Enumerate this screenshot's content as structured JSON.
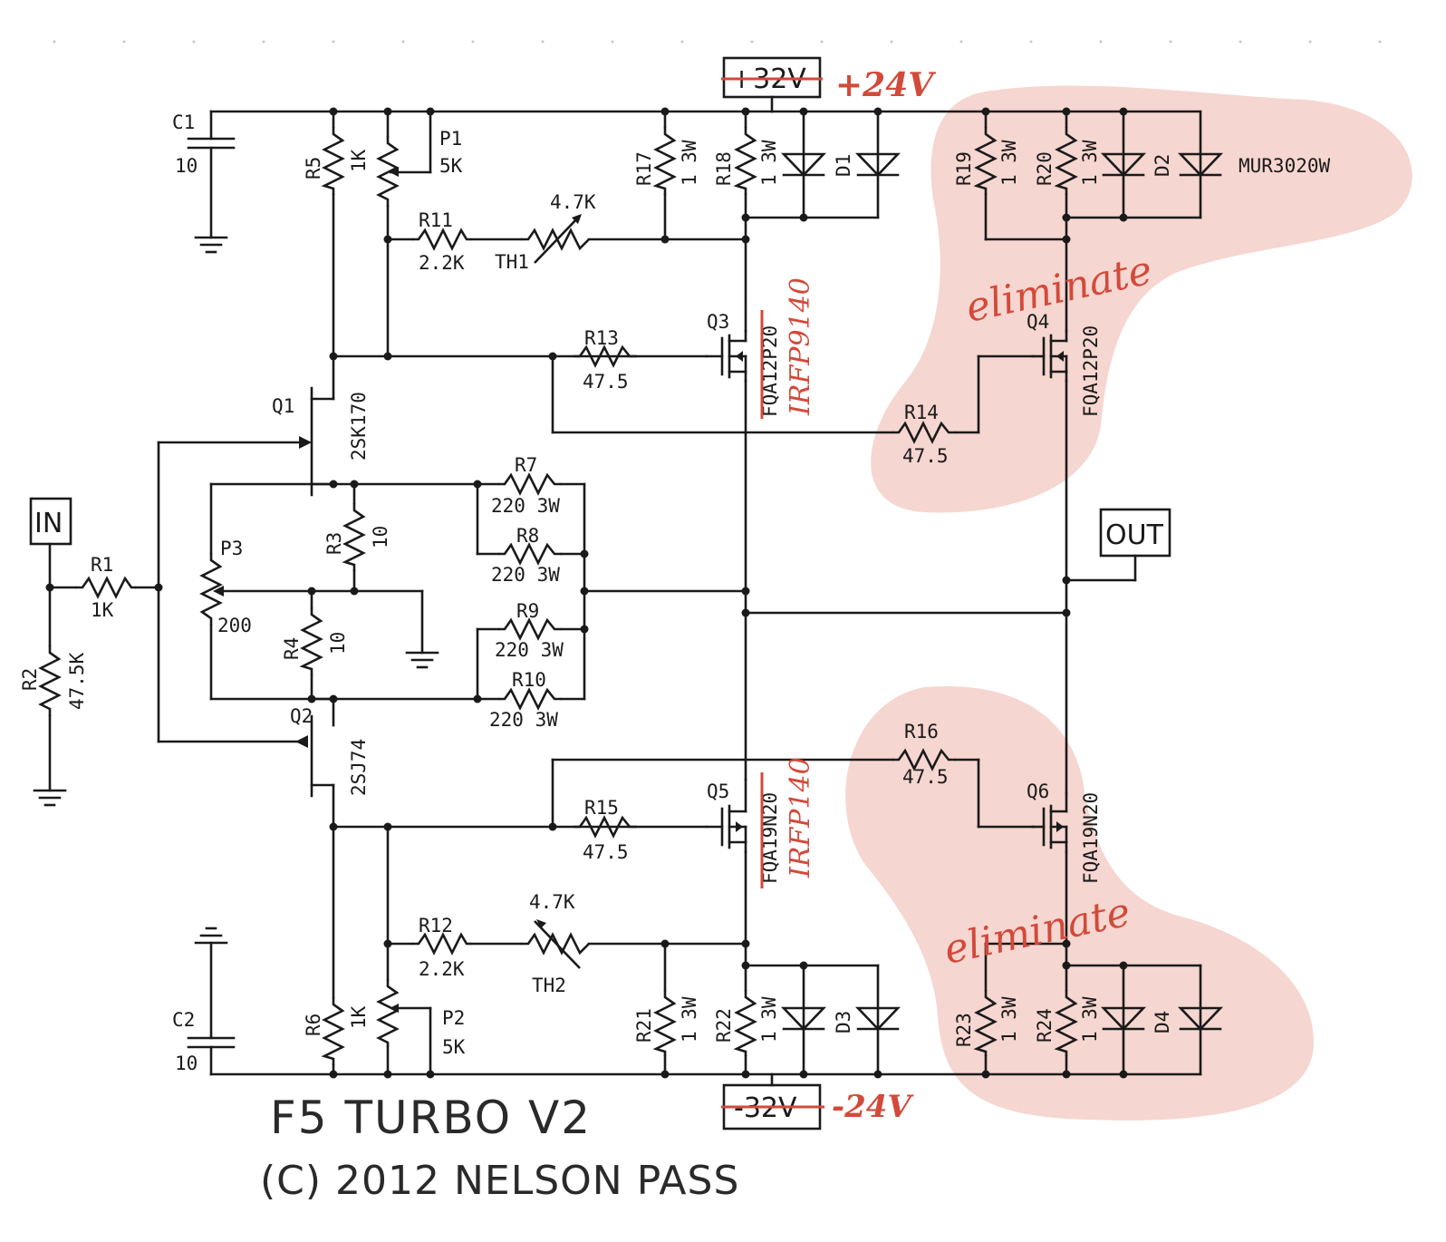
{
  "title": "F5 TURBO V2",
  "copyright": "(C) 2012 NELSON PASS",
  "rails": {
    "pos_original": "+32V",
    "pos_new": "+24V",
    "neg_original": "-32V",
    "neg_new": "-24V"
  },
  "ports": {
    "in": "IN",
    "out": "OUT"
  },
  "annotations": {
    "eliminate_top": "eliminate",
    "eliminate_bottom": "eliminate"
  },
  "parts": {
    "C1": "C1",
    "C1_val": "10",
    "C2": "C2",
    "C2_val": "10",
    "R1": "R1",
    "R1_val": "1K",
    "R2": "R2",
    "R2_val": "47.5K",
    "R3": "R3",
    "R3_val": "10",
    "R4": "R4",
    "R4_val": "10",
    "R5": "R5",
    "R5_val": "1K",
    "R6": "R6",
    "R6_val": "1K",
    "R7": "R7",
    "R7_val": "220 3W",
    "R8": "R8",
    "R8_val": "220 3W",
    "R9": "R9",
    "R9_val": "220 3W",
    "R10": "R10",
    "R10_val": "220 3W",
    "R11": "R11",
    "R11_val": "2.2K",
    "R12": "R12",
    "R12_val": "2.2K",
    "R13": "R13",
    "R13_val": "47.5",
    "R14": "R14",
    "R14_val": "47.5",
    "R15": "R15",
    "R15_val": "47.5",
    "R16": "R16",
    "R16_val": "47.5",
    "R17": "R17",
    "R17_val": "1 3W",
    "R18": "R18",
    "R18_val": "1 3W",
    "R19": "R19",
    "R19_val": "1 3W",
    "R20": "R20",
    "R20_val": "1 3W",
    "R21": "R21",
    "R21_val": "1 3W",
    "R22": "R22",
    "R22_val": "1 3W",
    "R23": "R23",
    "R23_val": "1 3W",
    "R24": "R24",
    "R24_val": "1 3W",
    "P1": "P1",
    "P1_val": "5K",
    "P2": "P2",
    "P2_val": "5K",
    "P3": "P3",
    "P3_val": "200",
    "TH1": "TH1",
    "TH1_val": "4.7K",
    "TH2": "TH2",
    "TH2_val": "4.7K",
    "Q1": "Q1",
    "Q1_val": "2SK170",
    "Q2": "Q2",
    "Q2_val": "2SJ74",
    "Q3": "Q3",
    "Q3_val": "FQA12P20",
    "Q3_new": "IRFP9140",
    "Q4": "Q4",
    "Q4_val": "FQA12P20",
    "Q5": "Q5",
    "Q5_val": "FQA19N20",
    "Q5_new": "IRFP140",
    "Q6": "Q6",
    "Q6_val": "FQA19N20",
    "D1": "D1",
    "D2": "D2",
    "D3": "D3",
    "D4": "D4",
    "diode_type": "MUR3020W"
  }
}
